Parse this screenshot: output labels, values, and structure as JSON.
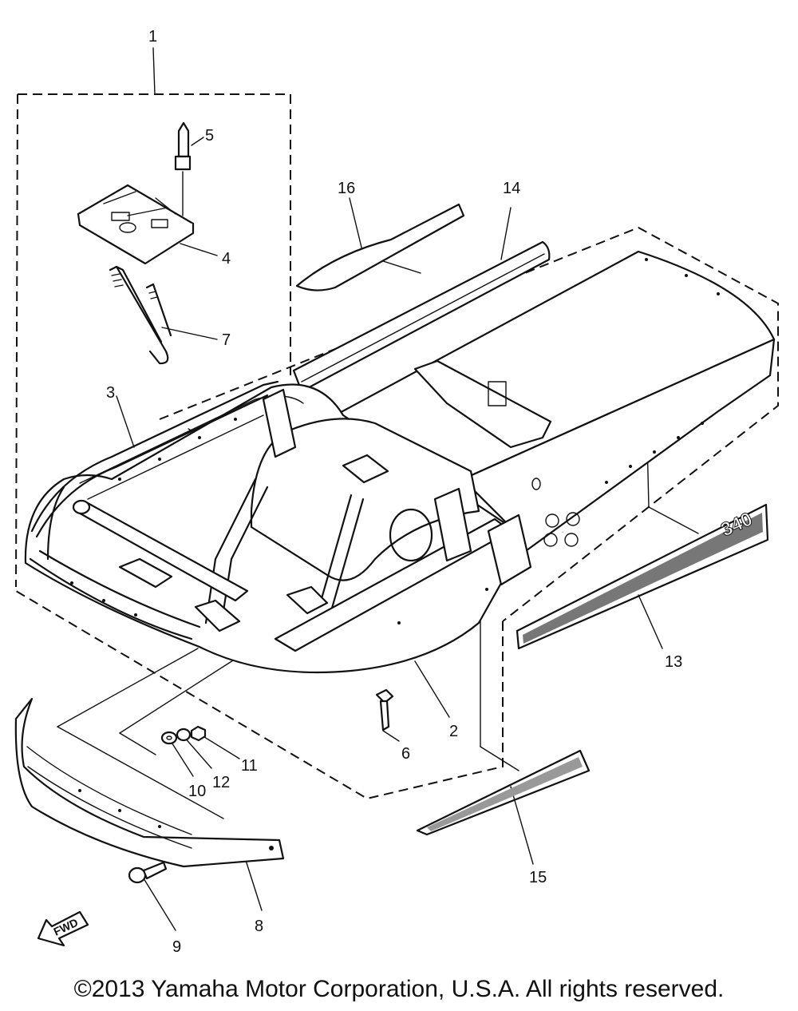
{
  "diagram": {
    "callouts": [
      "1",
      "2",
      "3",
      "4",
      "5",
      "6",
      "7",
      "8",
      "9",
      "10",
      "11",
      "12",
      "13",
      "14",
      "15",
      "16"
    ],
    "decal_text": "340",
    "fwd_label": "FWD"
  },
  "footer": {
    "copyright": "©2013 Yamaha Motor Corporation, U.S.A. All rights reserved."
  }
}
